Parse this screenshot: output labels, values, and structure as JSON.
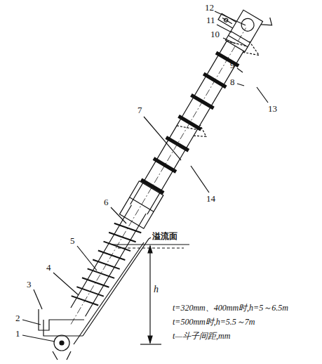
{
  "diagram": {
    "labels": [
      "1",
      "2",
      "3",
      "4",
      "5",
      "6",
      "7",
      "8",
      "9",
      "10",
      "11",
      "12",
      "13",
      "14",
      "溢流面",
      "h",
      "t=320mm、400mm时,h=5～6.5m",
      "t=500mm时,h=5.5～7m",
      "t—斗子间距,mm"
    ]
  }
}
